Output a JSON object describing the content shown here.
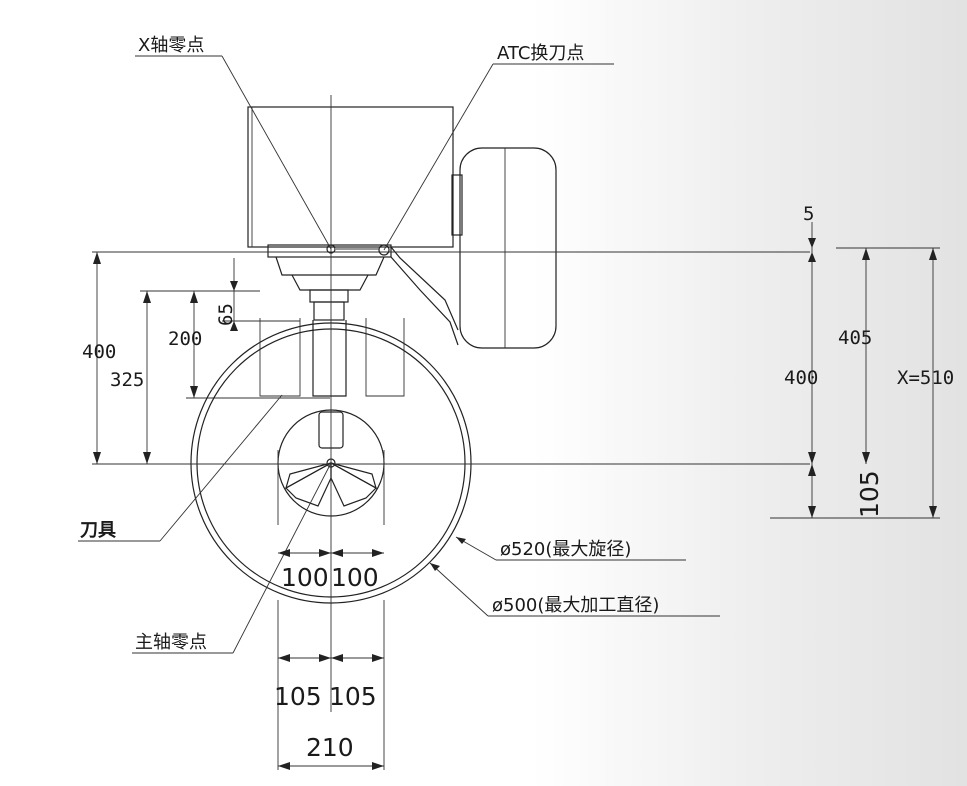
{
  "labels": {
    "x_axis_zero": "X轴零点",
    "atc_point": "ATC换刀点",
    "tool": "刀具",
    "spindle_zero": "主轴零点",
    "dia_520": "ø520(最大旋径)",
    "dia_500": "ø500(最大加工直径)"
  },
  "dims": {
    "d5": "5",
    "d405": "405",
    "dx510": "X=510",
    "d400_right": "400",
    "d105_right": "105",
    "d400_left": "400",
    "d325": "325",
    "d200": "200",
    "d65": "65",
    "d100_left": "100",
    "d100_right": "100",
    "d105_left": "105",
    "d105_right_bottom": "105",
    "d210": "210"
  }
}
